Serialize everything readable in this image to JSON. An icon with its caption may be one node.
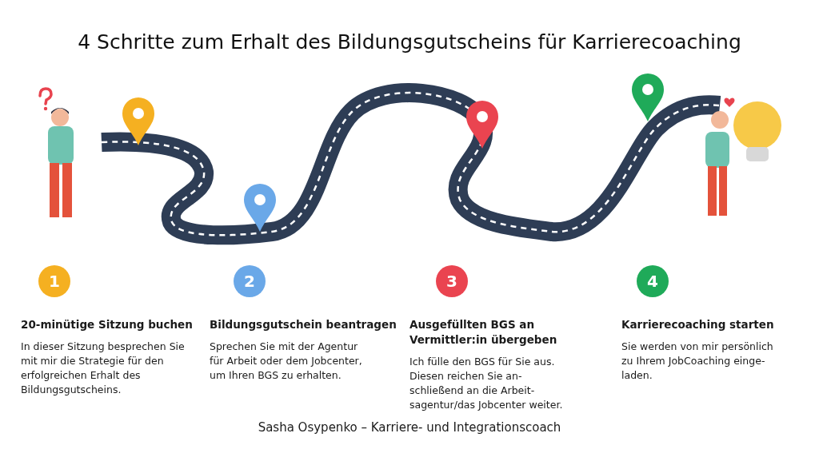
{
  "diagram": {
    "title": "4 Schritte zum Erhalt des Bildungsgutscheins für Karrierecoaching",
    "caption": "Sasha Osypenko – Karriere- und Integrationscoach",
    "nodes": [
      {
        "text": [
          "1"
        ]
      },
      {
        "text": [
          "2"
        ]
      },
      {
        "text": [
          "3"
        ]
      },
      {
        "text": [
          "4"
        ]
      }
    ],
    "edges": [],
    "labels": [
      "20-minütige Sitzung buchen",
      "In dieser Sitzung besprechen Sie mit mir die Strategie für den erfolgreichen Erhalt des Bildungsgutscheins.",
      "Bildungsgutschein beantragen",
      "Sprechen Sie mit der Agentur für Arbeit oder dem Jobcenter, um Ihren BGS zu erhalten.",
      "Ausgefüllten BGS an Vermittler:in übergeben",
      "Ich fülle den BGS für Sie aus. Diesen reichen Sie an- schließend an die Arbeit- sagentur/das Jobcenter weiter.",
      "Karrierecoaching starten",
      "Sie werden von mir persönlich zu Ihrem JobCoaching einge- laden."
    ]
  }
}
